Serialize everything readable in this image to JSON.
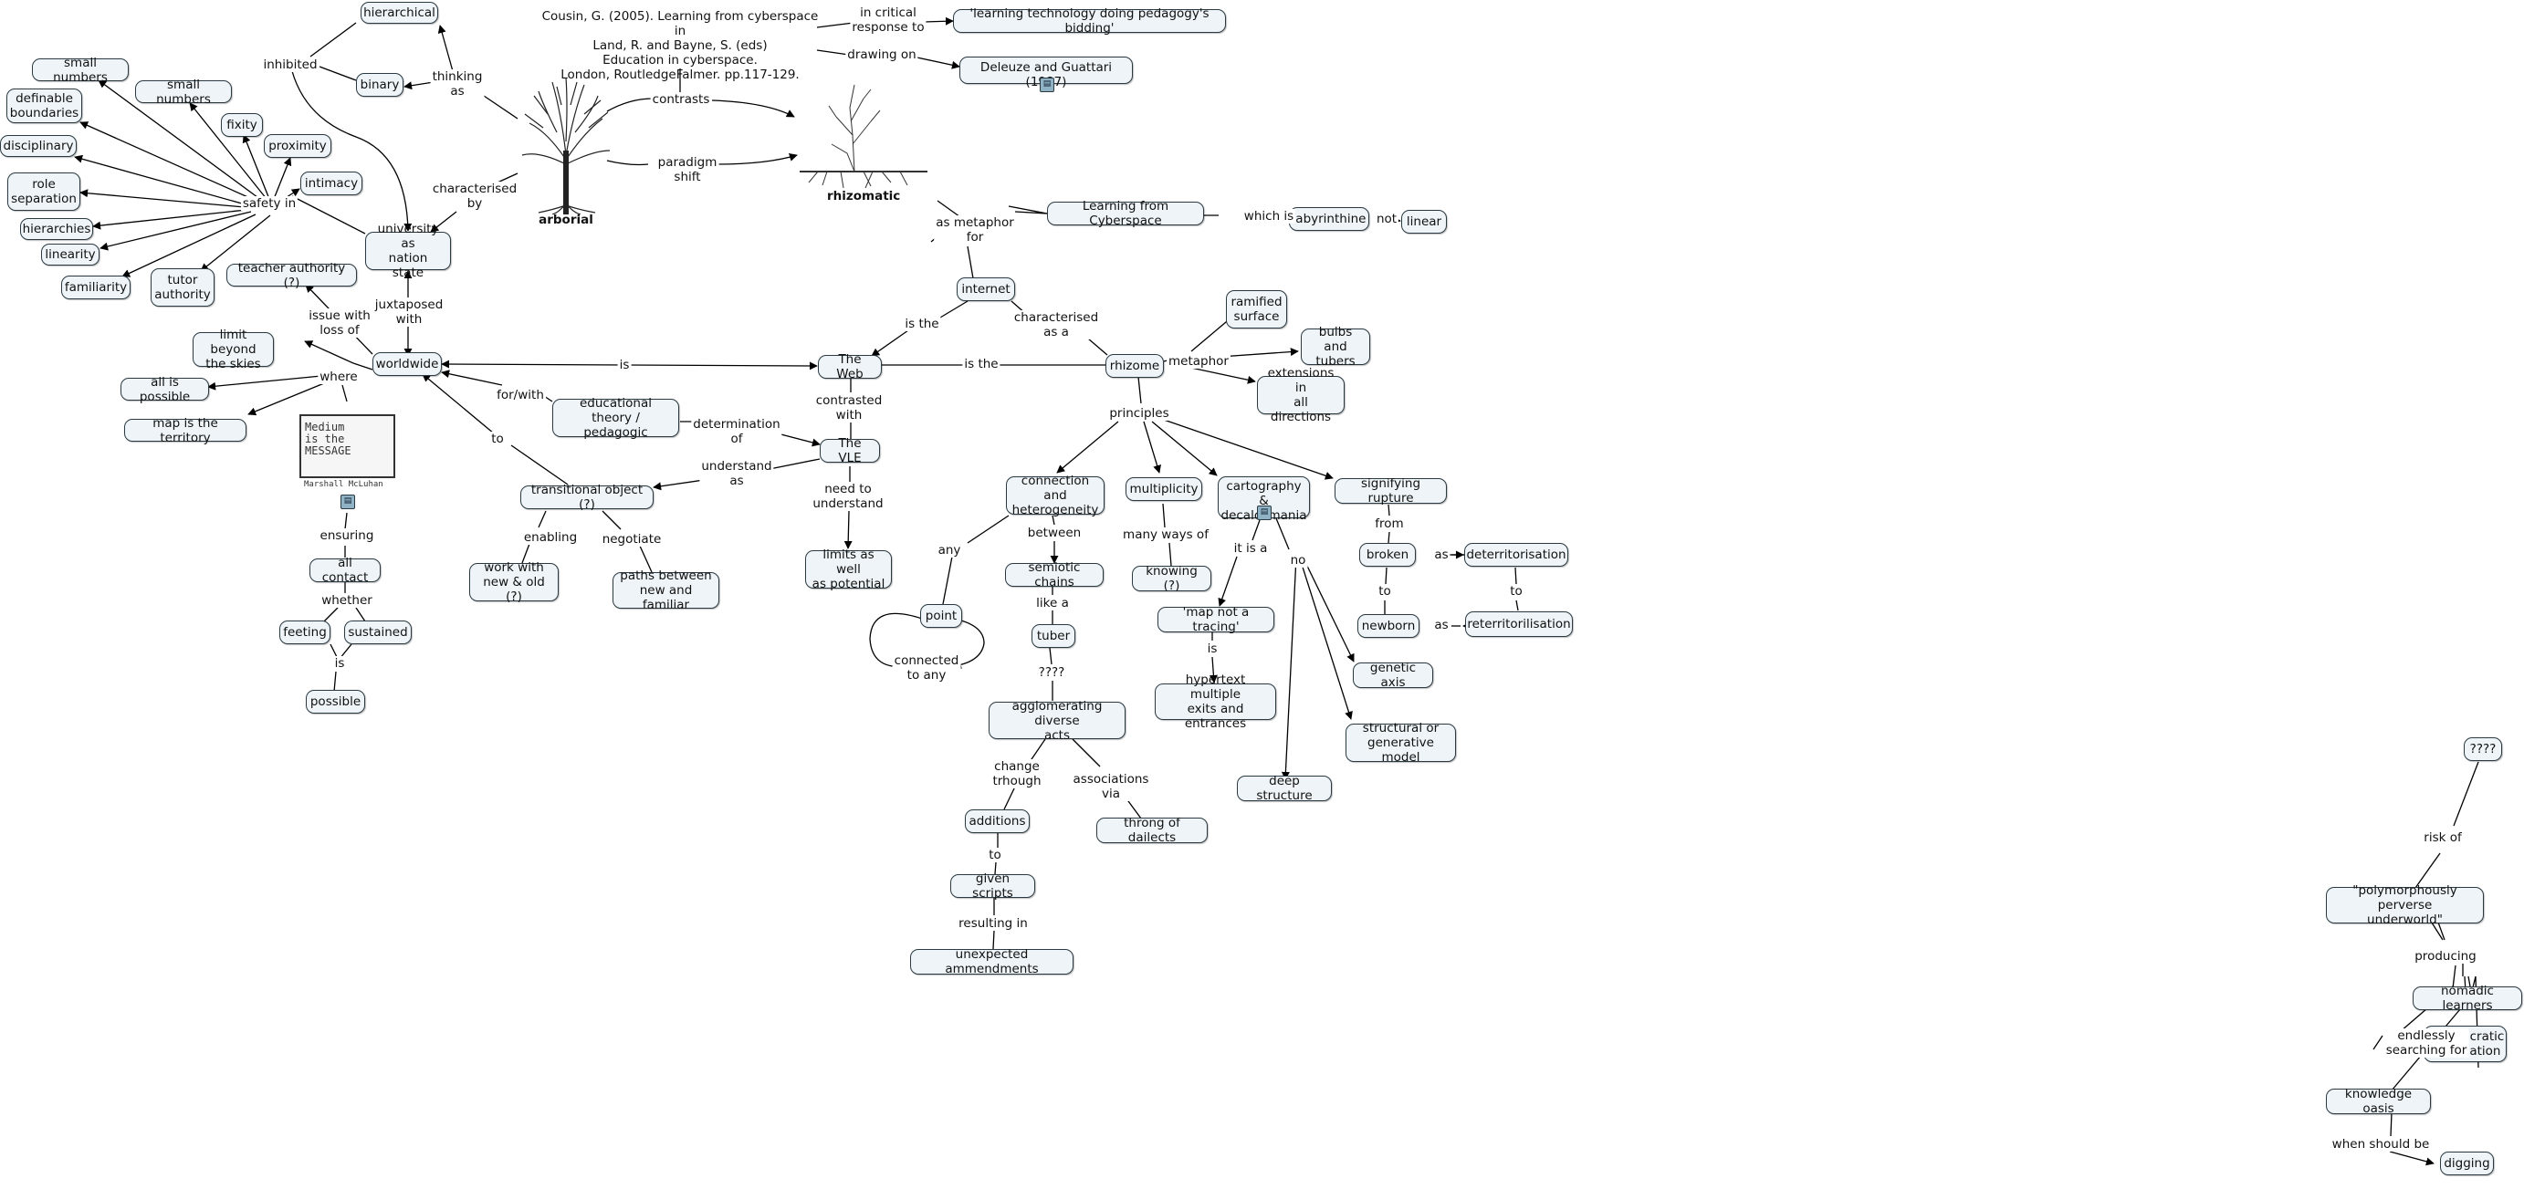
{
  "citation": "Cousin, G. (2005). Learning from cyberspace in\nLand, R. and Bayne, S. (eds)\nEducation in cyberspace.\nLondon, RoutledgeFalmer. pp.117-129.",
  "images": {
    "arborial_label": "arborial",
    "rhizomatic_label": "rhizomatic",
    "media_text": "Medium\nis the\nMESSAGE",
    "media_caption": "Marshall McLuhan"
  },
  "nodes": {
    "hierarchical": "hierarchical",
    "binary": "binary",
    "small_numbers_1": "small numbers",
    "small_numbers_2": "small numbers",
    "definable_boundaries": "definable\nboundaries",
    "fixity": "fixity",
    "proximity": "proximity",
    "disciplinary": "disciplinary",
    "intimacy": "intimacy",
    "role_separation": "role\nseparation",
    "hierarchies": "hierarchies",
    "linearity": "linearity",
    "familiarity": "familiarity",
    "tutor_authority": "tutor\nauthority",
    "university_as_nation_state": "university as\nnation state",
    "teacher_authority": "teacher authority (?)",
    "limit_beyond_skies": "limit beyond\nthe skies",
    "all_is_possible": "all is possible",
    "map_is_territory": "map is the territory",
    "worldwide": "worldwide",
    "educational_theory": "educational theory /\npedagogic",
    "transitional_object": "transitional object (?)",
    "work_with_new_old": "work with\nnew & old (?)",
    "paths_between": "paths between\nnew and familiar",
    "all_contact": "all contact",
    "feeting": "feeting",
    "sustained": "sustained",
    "possible": "possible",
    "learning_tech": "'learning technology doing pedagogy's bidding'",
    "deleuze": "Deleuze and Guattari (1987)",
    "learning_from_cyberspace": "Learning from Cyberspace",
    "labyrinthine": "labyrinthine",
    "linear": "linear",
    "internet": "internet",
    "the_web": "The Web",
    "the_vle": "The VLE",
    "limits_potential": "limits as well\nas potential",
    "rhizome": "rhizome",
    "ramified_surface": "ramified\nsurface",
    "bulbs_tubers": "bulbs and\ntubers",
    "extensions": "extensions in\nall directions",
    "connection_heterogeneity": "connection and\nheterogeneity",
    "multiplicity": "multiplicity",
    "cartography": "cartography &\ndecalcomania",
    "signifying_rupture": "signifying rupture",
    "semiotic_chains": "semiotic chains",
    "knowing": "knowing (?)",
    "point": "point",
    "tuber": "tuber",
    "map_not_tracing": "'map not a tracing'",
    "hypertext": "hypertext multiple\nexits and entrances",
    "broken": "broken",
    "deterritorisation": "deterritorisation",
    "newborn": "newborn",
    "reterritorilisation": "reterritorilisation",
    "genetic_axis": "genetic axis",
    "structural_model": "structural or\ngenerative model",
    "deep_structure": "deep structure",
    "agglomerating": "agglomerating diverse\nacts",
    "additions": "additions",
    "throng": "throng of dailects",
    "given_scripts": "given scripts",
    "unexpected": "unexpected ammendments",
    "q4": "????",
    "polymorphously": "\"polymorphously perverse\nunderworld\"",
    "nomadic_learners": "nomadic learners",
    "idiosyncratic": "idiosyncratic\ninformation",
    "knowledge_oasis": "knowledge oasis",
    "digging": "digging"
  },
  "labels": {
    "in_critical_response_to": "in critical\nresponse to",
    "drawing_on": "drawing on",
    "contrasts": "contrasts",
    "paradigm_shift": "paradigm\nshift",
    "inhibited": "inhibited",
    "thinking_as": "thinking\nas",
    "characterised_by": "characterised\nby",
    "safety_in": "safety in",
    "juxtaposed_with": "juxtaposed\nwith",
    "issue_with_loss_of": "issue with\nloss of",
    "where": "where",
    "is": "is",
    "for_with": "for/with",
    "to": "to",
    "determination_of": "determination\nof",
    "understand_as": "understand\nas",
    "enabling": "enabling",
    "negotiate": "negotiate",
    "ensuring": "ensuring",
    "whether": "whether",
    "is_2": "is",
    "as_metaphor_for": "as metaphor\nfor",
    "which_is": "which is",
    "not": "not",
    "is_the_1": "is the",
    "characterised_as_a": "characterised\nas a",
    "is_the_2": "is the",
    "contrasted_with": "contrasted\nwith",
    "need_to_understand": "need to\nunderstand",
    "metaphor": "metaphor",
    "principles": "principles",
    "between": "between",
    "many_ways_of": "many ways of",
    "it_is_a": "it is a",
    "no": "no",
    "from": "from",
    "as_1": "as",
    "to_2": "to",
    "to_3": "to",
    "as_2": "as",
    "any": "any",
    "connected_to_any": "connected\nto any",
    "like_a": "like a",
    "qqqq": "????",
    "is_3": "is",
    "change_trhough": "change\ntrhough",
    "associations_via": "associations\nvia",
    "to_4": "to",
    "resulting_in": "resulting in",
    "risk_of": "risk of",
    "producing": "producing",
    "endlessly_searching_for": "endlessly\nsearching for",
    "when_should_be": "when should be"
  }
}
